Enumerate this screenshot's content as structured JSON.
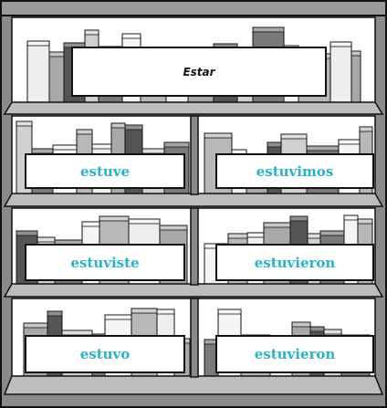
{
  "title": "Estar",
  "conjugations": {
    "yo": "estuve",
    "nosotros": "estuvimos",
    "tu": "estuviste",
    "vosotros": "estuvieron",
    "el": "estuvo",
    "ellos": "estuvieron"
  },
  "colors": {
    "frame": "#8a8a8a",
    "frame_outline": "#111111",
    "label_text": "#2ab3c6",
    "book_light": "#eeeeee",
    "book_mid": "#a9a9a9",
    "book_dark": "#555555"
  }
}
